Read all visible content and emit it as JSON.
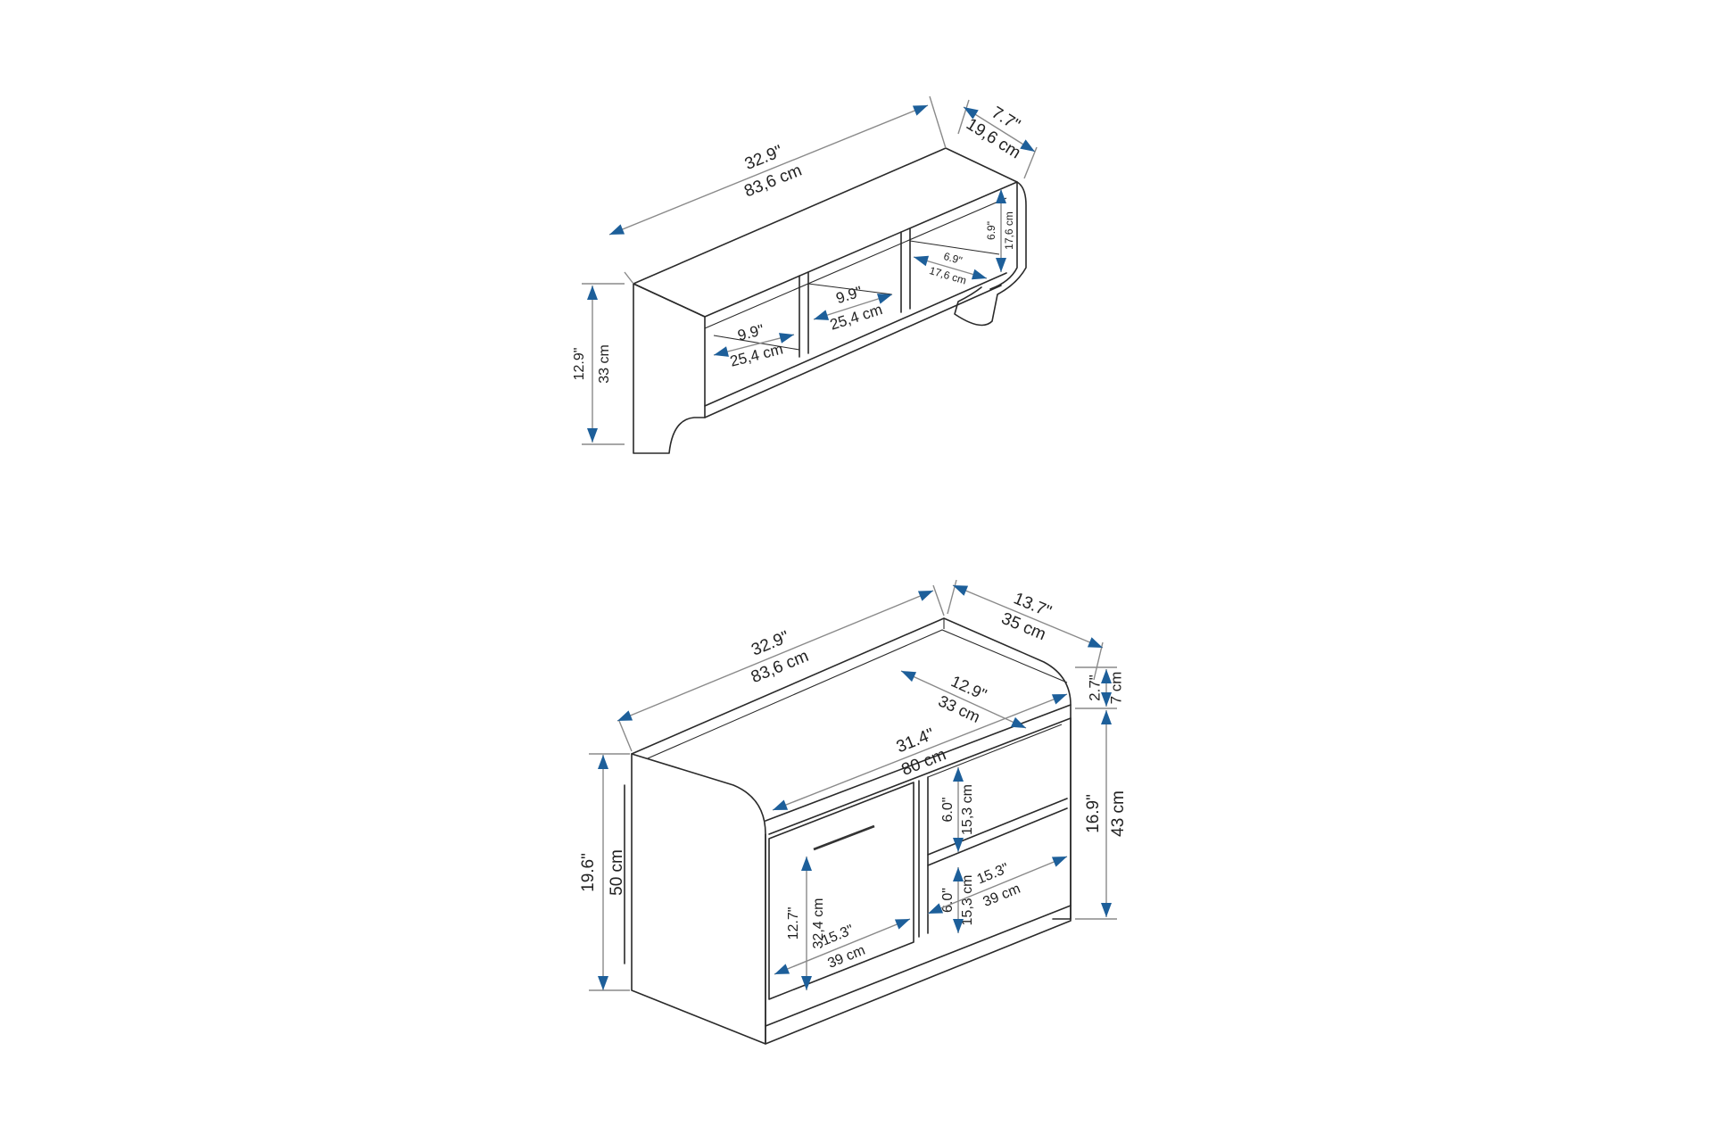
{
  "colors": {
    "line": "#2a2a2a",
    "dimension": "#8a8a8a",
    "arrow": "#1d5f9a",
    "text": "#222222"
  },
  "shelf": {
    "width": {
      "in": "32.9\"",
      "cm": "83,6 cm"
    },
    "depth": {
      "in": "7.7\"",
      "cm": "19,6 cm"
    },
    "height": {
      "in": "12.9\"",
      "cm": "33 cm"
    },
    "compartment_width": {
      "in": "9.9\"",
      "cm": "25,4 cm"
    },
    "compartment_width_middle": {
      "in": "9.9\"",
      "cm": "25,4 cm"
    },
    "compartment_height": {
      "in": "6.9\"",
      "cm": "17,6 cm"
    },
    "compartment_depth": {
      "in": "6.9\"",
      "cm": "17,6 cm"
    }
  },
  "bench": {
    "width": {
      "in": "32.9\"",
      "cm": "83,6 cm"
    },
    "depth": {
      "in": "13.7\"",
      "cm": "35 cm"
    },
    "inner_depth": {
      "in": "12.9\"",
      "cm": "33 cm"
    },
    "inner_width": {
      "in": "31.4\"",
      "cm": "80 cm"
    },
    "height": {
      "in": "19.6\"",
      "cm": "50 cm"
    },
    "side_height": {
      "in": "16.9\"",
      "cm": "43 cm"
    },
    "top_thickness": {
      "in": "2.7\"",
      "cm": "7 cm"
    },
    "shelf_upper_height": {
      "in": "6.0\"",
      "cm": "15,3 cm"
    },
    "shelf_lower_height": {
      "in": "6.0\"",
      "cm": "15,3 cm"
    },
    "shelf_width": {
      "in": "15.3\"",
      "cm": "39 cm"
    },
    "door_height": {
      "in": "12.7\"",
      "cm": "32,4 cm"
    },
    "door_width": {
      "in": "15.3\"",
      "cm": "39 cm"
    }
  }
}
